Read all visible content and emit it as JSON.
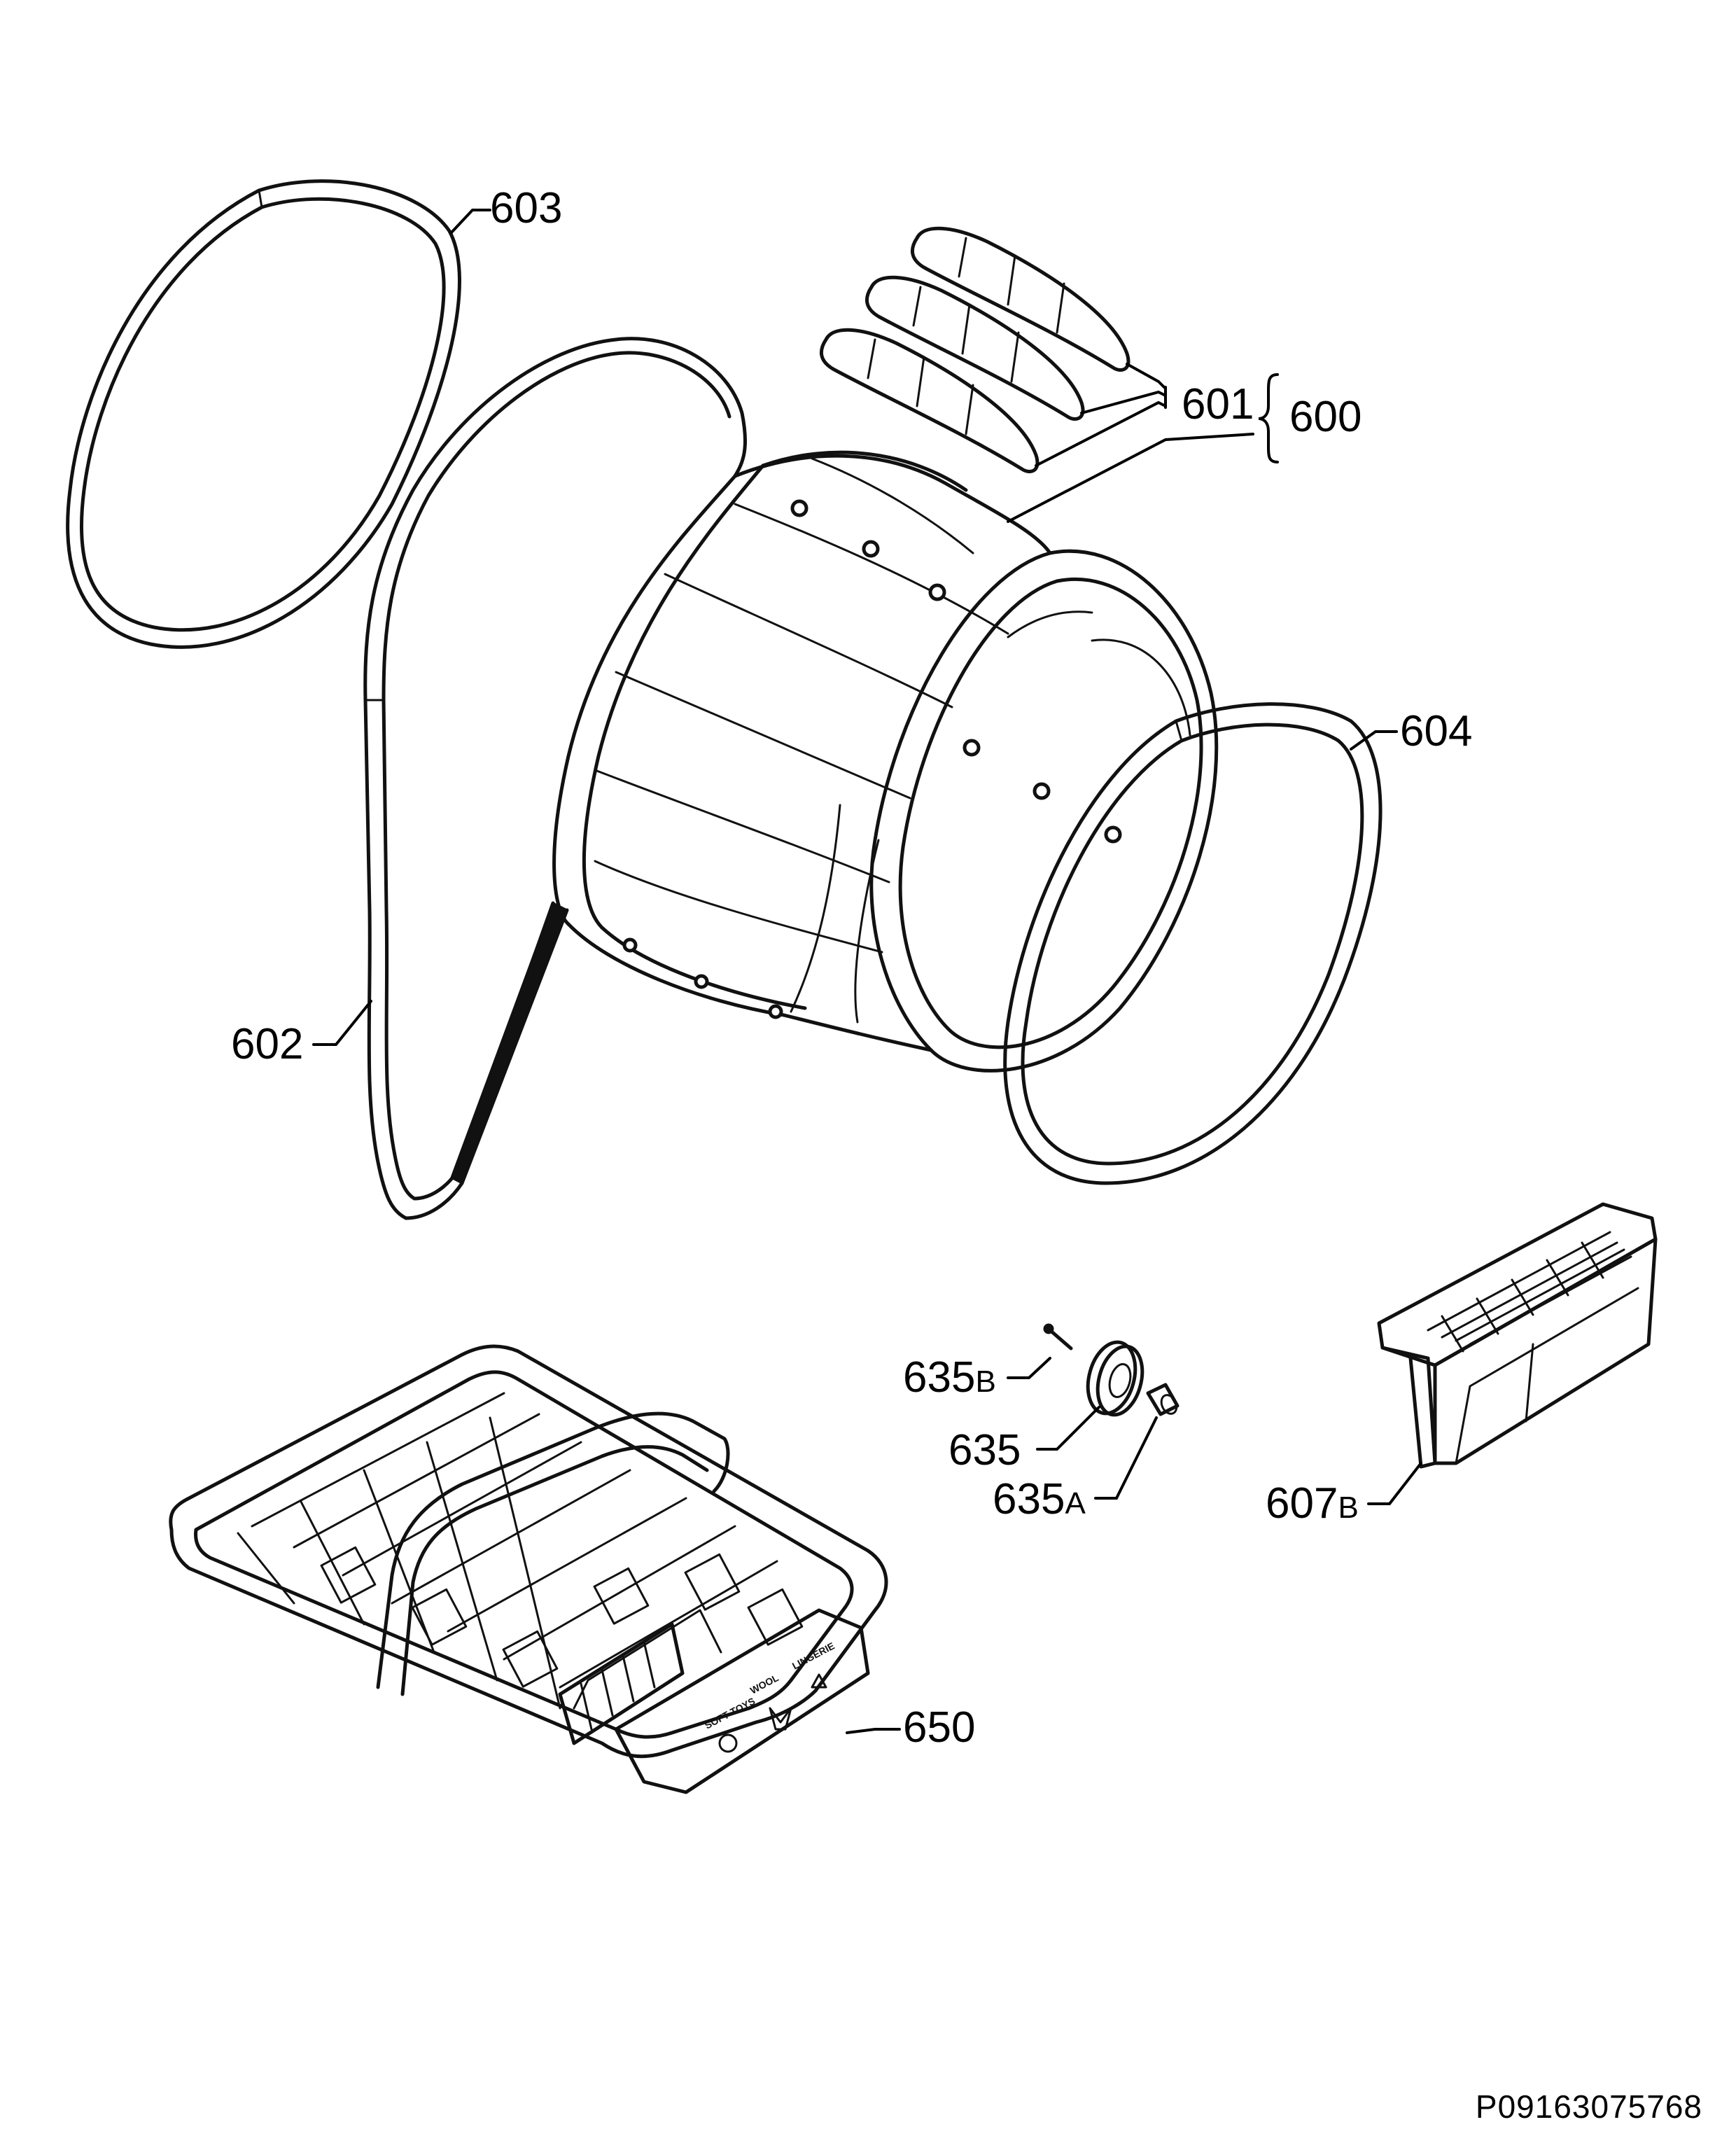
{
  "diagram": {
    "callouts": {
      "c603": "603",
      "c601": "601",
      "c600": "600",
      "c604": "604",
      "c602": "602",
      "c635b_num": "635",
      "c635b_suffix": "B",
      "c635": "635",
      "c635a_num": "635",
      "c635a_suffix": "A",
      "c607b_num": "607",
      "c607b_suffix": "B",
      "c650": "650"
    },
    "basket_markings": {
      "soft_toys": "SOFT TOYS",
      "wool": "WOOL",
      "lingerie": "LINGERIE"
    },
    "drawing_code": "P09163075768"
  }
}
